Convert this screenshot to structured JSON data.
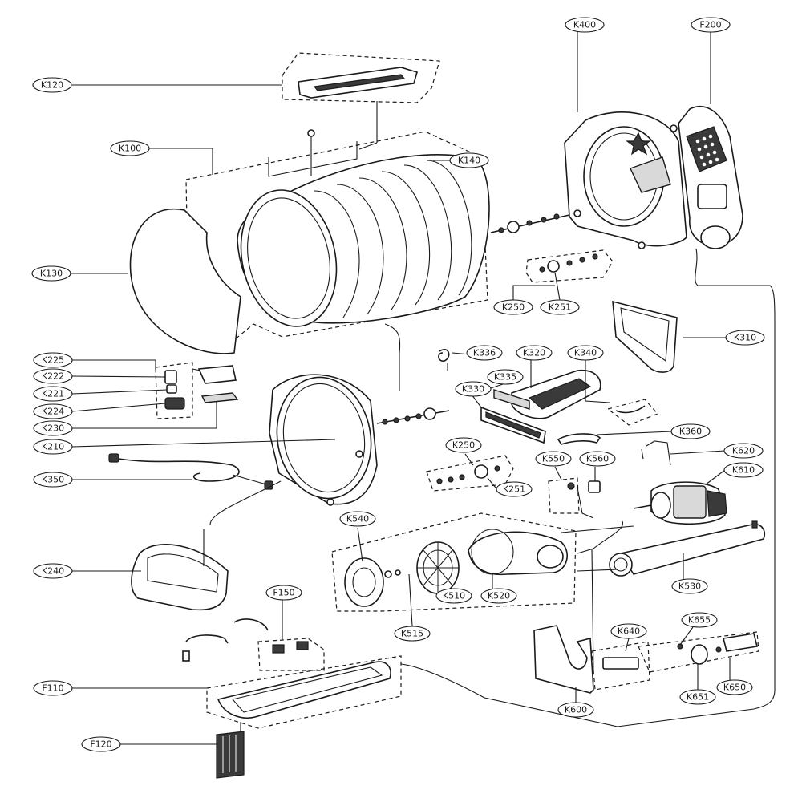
{
  "labels": {
    "K120": "K120",
    "K100": "K100",
    "K140": "K140",
    "K130": "K130",
    "K400": "K400",
    "F200": "F200",
    "K250a": "K250",
    "K251a": "K251",
    "K310": "K310",
    "K336": "K336",
    "K320": "K320",
    "K340": "K340",
    "K335": "K335",
    "K330": "K330",
    "K225": "K225",
    "K222": "K222",
    "K221": "K221",
    "K224": "K224",
    "K230": "K230",
    "K210": "K210",
    "K350": "K350",
    "K360": "K360",
    "K250b": "K250",
    "K251b": "K251",
    "K620": "K620",
    "K550": "K550",
    "K560": "K560",
    "K610": "K610",
    "K540": "K540",
    "K240": "K240",
    "K510": "K510",
    "K520": "K520",
    "K515": "K515",
    "K530": "K530",
    "F150": "F150",
    "K640": "K640",
    "K655": "K655",
    "F110": "F110",
    "K651": "K651",
    "K650": "K650",
    "K600": "K600",
    "F120": "F120"
  },
  "colors": {
    "line": "#1a1a1a",
    "background": "#ffffff"
  }
}
